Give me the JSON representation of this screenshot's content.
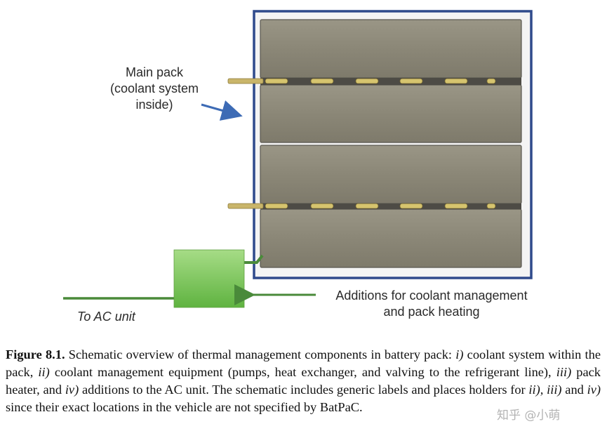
{
  "labels": {
    "main_pack": [
      "Main pack",
      "(coolant system",
      "inside)"
    ],
    "additions": [
      "Additions for coolant management",
      "and pack heating"
    ],
    "to_ac": "To AC unit"
  },
  "caption": {
    "figure_label": "Figure 8.1.",
    "seg1": " Schematic overview of thermal management components in battery pack: ",
    "i": "i)",
    "seg2": " coolant system within the pack, ",
    "ii": "ii)",
    "seg3": " coolant management equipment (pumps, heat exchanger, and valving to the refrigerant line), ",
    "iii": "iii)",
    "seg4": " pack heater, and ",
    "iv": "iv)",
    "seg5": " additions to the AC unit. The schematic includes generic labels and places holders for ",
    "ii_iii": "ii), iii)",
    "seg6": " and ",
    "iv2": "iv)",
    "seg7": " since their exact locations in the vehicle are not specified by BatPaC."
  },
  "watermark": "知乎 @小萌",
  "colors": {
    "pack_border": "#2f4a8c",
    "module_fill": "#8c8878",
    "module_edge": "#5a5850",
    "coolant_line": "#c9b56a",
    "green_box": "#7cc45a",
    "green_line": "#4a8a3a",
    "arrow_blue": "#3d6bb5"
  }
}
